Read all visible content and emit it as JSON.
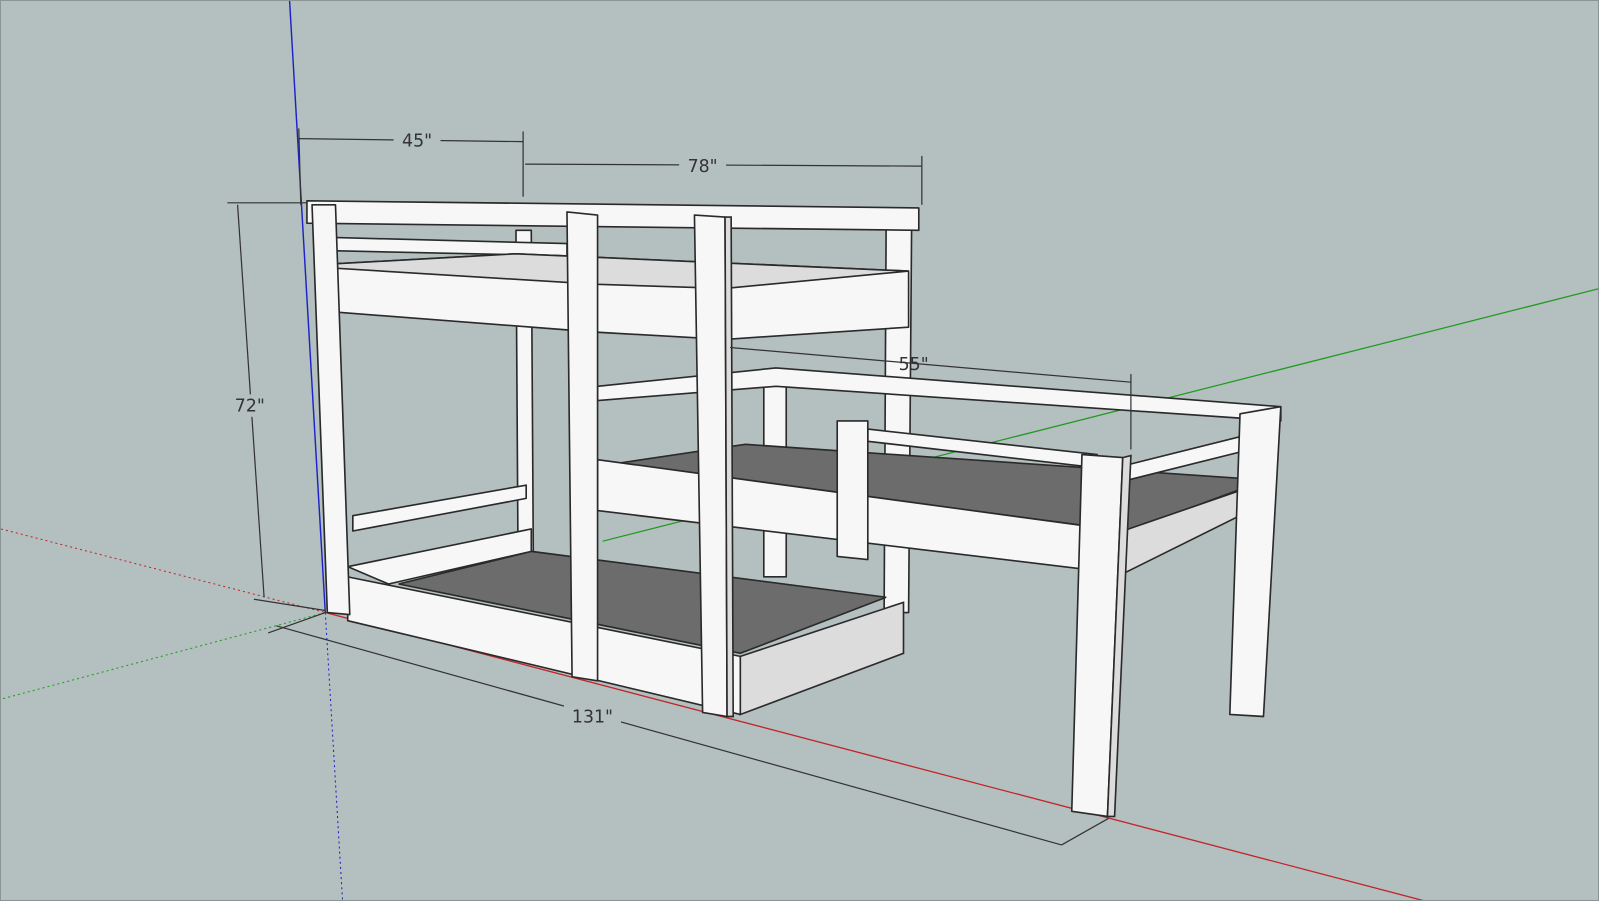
{
  "dimensions": {
    "top_left_width": "45\"",
    "top_length": "78\"",
    "height": "72\"",
    "overall_length": "131\"",
    "loft_length": "55\""
  },
  "colors": {
    "background": "#b4bfbf",
    "x_axis": "#c0262a",
    "y_axis": "#1e9a1e",
    "z_axis": "#1a22c8",
    "wood": "#f7f7f7",
    "mattress": "#6c6c6c"
  }
}
